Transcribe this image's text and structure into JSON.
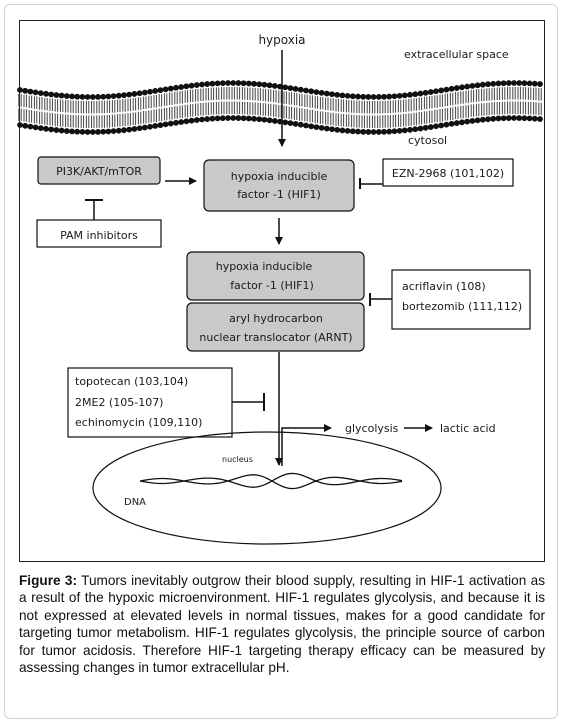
{
  "labels": {
    "hypoxia": "hypoxia",
    "extracellular_space": "extracellular space",
    "cytosol": "cytosol",
    "pi3k": "PI3K/AKT/mTOR",
    "pam_inhibitors": "PAM inhibitors",
    "hif1_line1": "hypoxia inducible",
    "hif1_line2": "factor -1 (HIF1)",
    "ezn": "EZN-2968 (101,102)",
    "arnt_line1": "aryl hydrocarbon",
    "arnt_line2": "nuclear translocator (ARNT)",
    "acriflavin": "acriflavin (108)",
    "bortezomib": "bortezomib (111,112)",
    "topotecan": "topotecan (103,104)",
    "twome2": "2ME2 (105-107)",
    "echinomycin": "echinomycin (109,110)",
    "glycolysis": "glycolysis",
    "lactic_acid": "lactic acid",
    "nucleus": "nucleus",
    "dna": "DNA"
  },
  "caption": {
    "label": "Figure 3:",
    "text": " Tumors inevitably outgrow their blood supply, resulting in HIF-1 activation as a result of the hypoxic microenvironment. HIF-1 regulates glycolysis, and because it is not expressed at elevated levels in normal tissues, makes for a good candidate for targeting tumor metabolism. HIF-1 regulates glycolysis, the principle source of carbon for tumor acidosis. Therefore HIF-1 targeting therapy efficacy can be measured by assessing changes in tumor extracellular pH."
  },
  "colors": {
    "box_fill_grey": "#c9c9c9",
    "membrane_head": "#111111",
    "line": "#111111"
  }
}
